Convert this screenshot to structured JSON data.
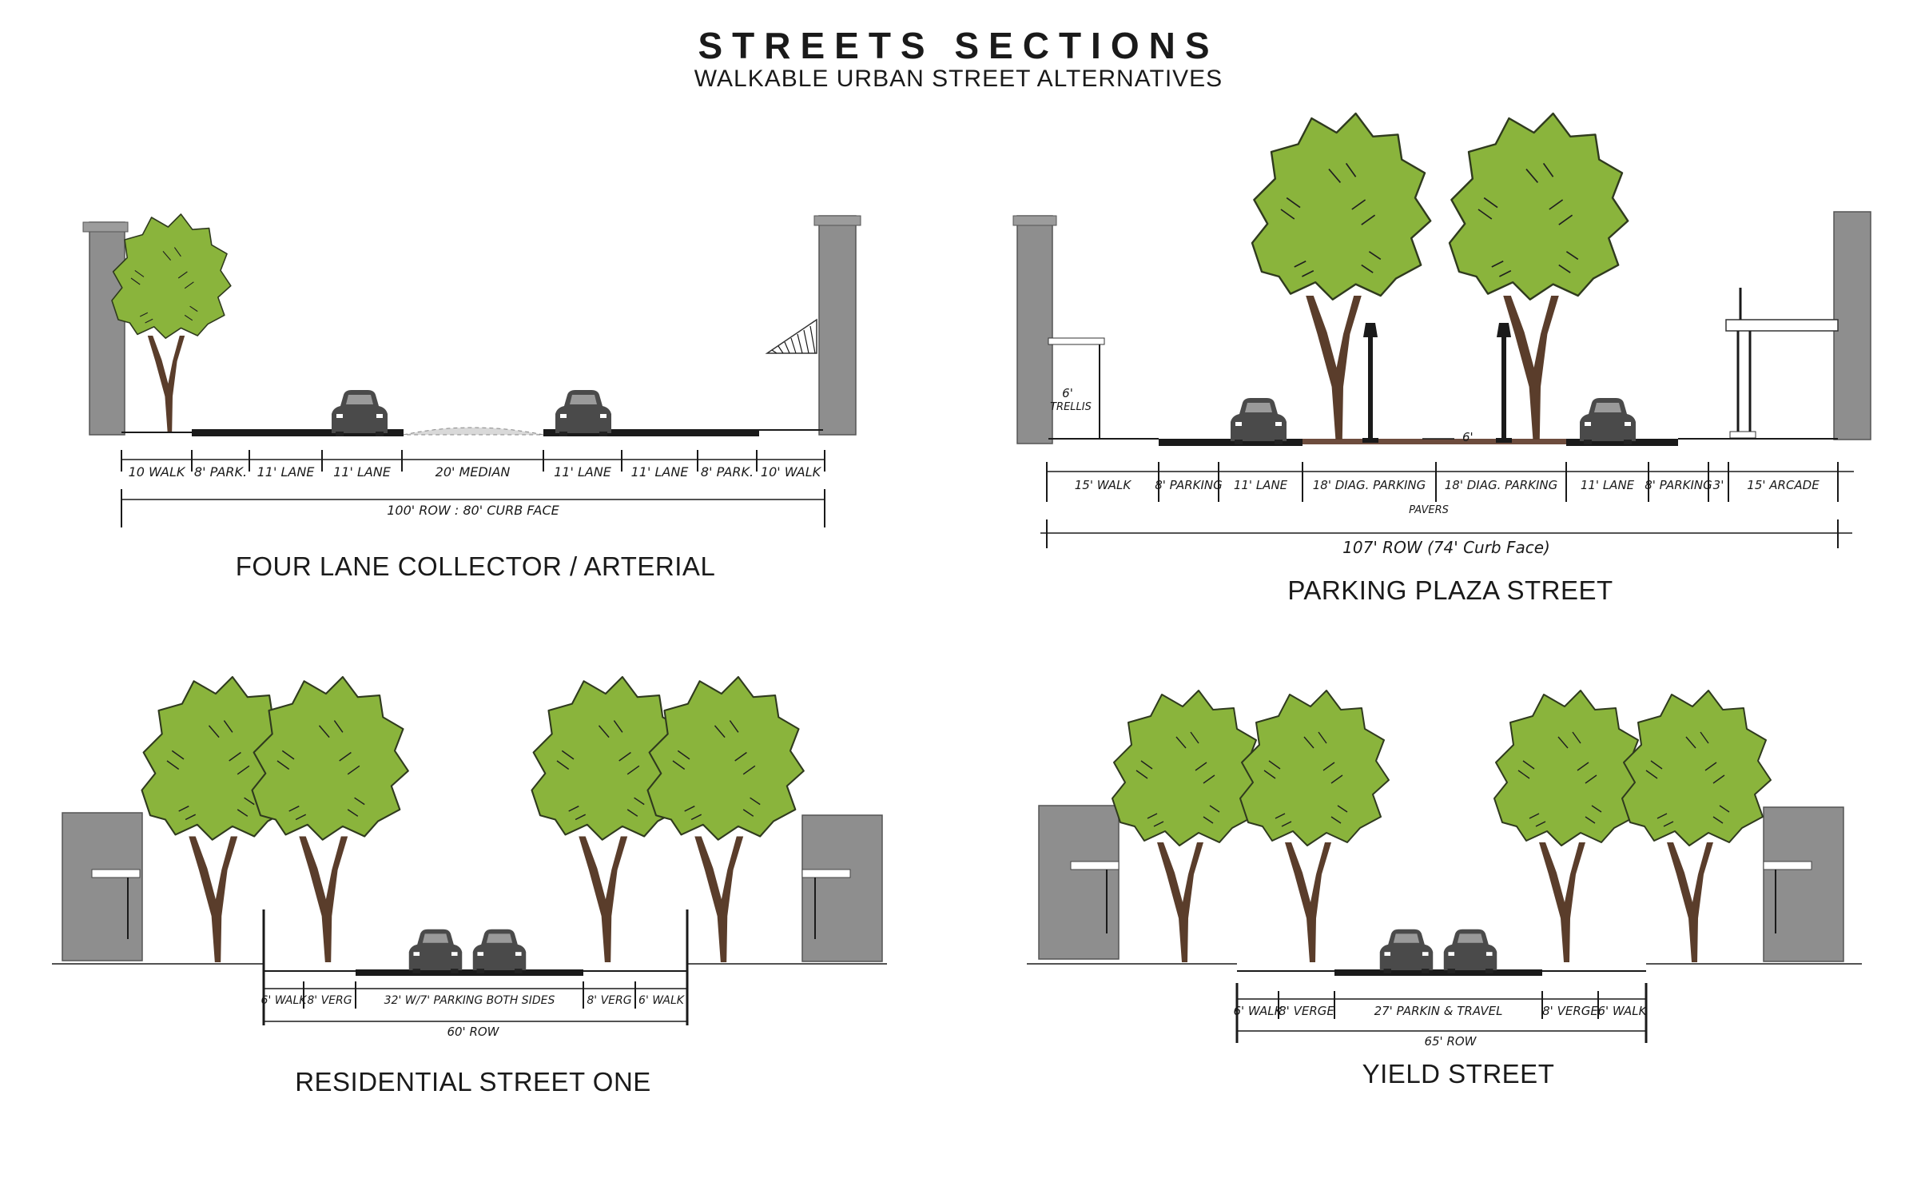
{
  "header": {
    "title": "STREETS SECTIONS",
    "subtitle": "WALKABLE URBAN STREET ALTERNATIVES"
  },
  "colors": {
    "foliage": "#8ab43c",
    "trunk": "#5a3d2b",
    "building": "#8e8e8e",
    "asphalt": "#1a1a1a",
    "car": "#4a4a4a",
    "pavers": "#6d4c3d",
    "median": "#d9d9d9"
  },
  "icons": [
    "tree-icon",
    "car-icon",
    "street-lamp-icon",
    "building-icon"
  ],
  "sections": {
    "four_lane": {
      "title": "FOUR LANE COLLECTOR / ARTERIAL",
      "segments": [
        "10 WALK",
        "8' PARK.",
        "11' LANE",
        "11' LANE",
        "20' MEDIAN",
        "11' LANE",
        "11' LANE",
        "8' PARK.",
        "10' WALK"
      ],
      "total": "100' ROW : 80' CURB FACE"
    },
    "parking_plaza": {
      "title": "PARKING PLAZA STREET",
      "trellis_label": "6' TRELLIS",
      "dim_6": "6'",
      "segments": [
        "15' WALK",
        "8' PARKING",
        "11' LANE",
        "18' DIAG. PARKING",
        "18' DIAG. PARKING",
        "11' LANE",
        "8' PARKING",
        "3'",
        "15' ARCADE"
      ],
      "sub_label": "PAVERS",
      "total": "107' ROW (74' Curb Face)"
    },
    "residential": {
      "title": "RESIDENTIAL STREET ONE",
      "segments": [
        "6' WALK",
        "8' VERG",
        "32' W/7' PARKING BOTH SIDES",
        "8' VERG",
        "6' WALK"
      ],
      "total": "60' ROW"
    },
    "yield": {
      "title": "YIELD STREET",
      "segments": [
        "6' WALK",
        "8' VERGE",
        "27' PARKIN & TRAVEL",
        "8' VERGE",
        "6' WALK"
      ],
      "total": "65' ROW"
    }
  }
}
